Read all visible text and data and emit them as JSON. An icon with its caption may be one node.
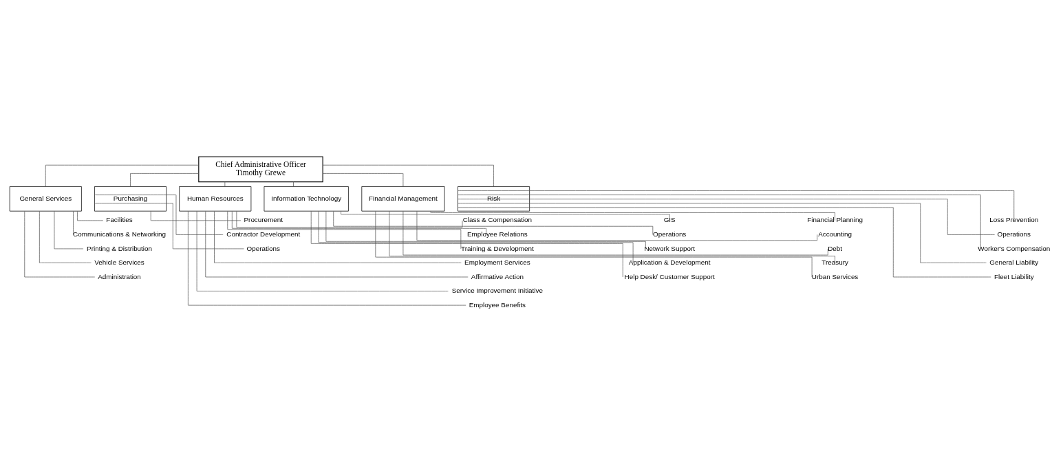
{
  "diagram": {
    "nodes": [
      {
        "text": [
          "Chief Administrative Officer",
          "Timothy Grewe"
        ]
      },
      {
        "text": [
          "General Services"
        ]
      },
      {
        "text": [
          "Purchasing"
        ]
      },
      {
        "text": [
          "Human Resources"
        ]
      },
      {
        "text": [
          "Information Technology"
        ]
      },
      {
        "text": [
          "Financial Management"
        ]
      },
      {
        "text": [
          "Risk"
        ]
      },
      {
        "text": [
          "Facilities"
        ]
      },
      {
        "text": [
          "Communications & Networking"
        ]
      },
      {
        "text": [
          "Printing & Distribution"
        ]
      },
      {
        "text": [
          "Vehicle Services"
        ]
      },
      {
        "text": [
          "Administration"
        ]
      },
      {
        "text": [
          "Procurement"
        ]
      },
      {
        "text": [
          "Contractor Development"
        ]
      },
      {
        "text": [
          "Operations"
        ]
      },
      {
        "text": [
          "Class & Compensation"
        ]
      },
      {
        "text": [
          "Employee Relations"
        ]
      },
      {
        "text": [
          "Training & Development"
        ]
      },
      {
        "text": [
          "Employment Services"
        ]
      },
      {
        "text": [
          "Affirmative Action"
        ]
      },
      {
        "text": [
          "Service Improvement Initiative"
        ]
      },
      {
        "text": [
          "Employee Benefits"
        ]
      },
      {
        "text": [
          "GIS"
        ]
      },
      {
        "text": [
          "Operations"
        ]
      },
      {
        "text": [
          "Network Support"
        ]
      },
      {
        "text": [
          "Application & Development"
        ]
      },
      {
        "text": [
          "Help Desk/ Customer Support"
        ]
      },
      {
        "text": [
          "Financial Planning"
        ]
      },
      {
        "text": [
          "Accounting"
        ]
      },
      {
        "text": [
          "Debt"
        ]
      },
      {
        "text": [
          "Treasury"
        ]
      },
      {
        "text": [
          "Urban Services"
        ]
      },
      {
        "text": [
          "Loss Prevention"
        ]
      },
      {
        "text": [
          "Operations"
        ]
      },
      {
        "text": [
          "Worker's Compensation"
        ]
      },
      {
        "text": [
          "General Liability"
        ]
      },
      {
        "text": [
          "Fleet Liability"
        ]
      }
    ],
    "edges": [
      {
        "from": 0,
        "to": 1,
        "arrow": "none"
      },
      {
        "from": 0,
        "to": 2,
        "arrow": "none"
      },
      {
        "from": 0,
        "to": 3,
        "arrow": "none"
      },
      {
        "from": 0,
        "to": 4,
        "arrow": "none"
      },
      {
        "from": 0,
        "to": 5,
        "arrow": "none"
      },
      {
        "from": 0,
        "to": 6,
        "arrow": "none"
      },
      {
        "from": 1,
        "to": 7,
        "arrow": "none"
      },
      {
        "from": 1,
        "to": 8,
        "arrow": "none"
      },
      {
        "from": 1,
        "to": 9,
        "arrow": "none"
      },
      {
        "from": 1,
        "to": 10,
        "arrow": "none"
      },
      {
        "from": 1,
        "to": 11,
        "arrow": "none"
      },
      {
        "from": 2,
        "to": 12,
        "arrow": "none"
      },
      {
        "from": 2,
        "to": 13,
        "arrow": "none"
      },
      {
        "from": 2,
        "to": 14,
        "arrow": "none"
      },
      {
        "from": 3,
        "to": 15,
        "arrow": "none"
      },
      {
        "from": 3,
        "to": 16,
        "arrow": "none"
      },
      {
        "from": 3,
        "to": 17,
        "arrow": "none"
      },
      {
        "from": 3,
        "to": 18,
        "arrow": "none"
      },
      {
        "from": 3,
        "to": 19,
        "arrow": "none"
      },
      {
        "from": 3,
        "to": 20,
        "arrow": "none"
      },
      {
        "from": 3,
        "to": 21,
        "arrow": "none"
      },
      {
        "from": 4,
        "to": 22,
        "arrow": "none"
      },
      {
        "from": 4,
        "to": 23,
        "arrow": "none"
      },
      {
        "from": 4,
        "to": 24,
        "arrow": "none"
      },
      {
        "from": 4,
        "to": 25,
        "arrow": "none"
      },
      {
        "from": 4,
        "to": 26,
        "arrow": "none"
      },
      {
        "from": 5,
        "to": 27,
        "arrow": "none"
      },
      {
        "from": 5,
        "to": 28,
        "arrow": "none"
      },
      {
        "from": 5,
        "to": 29,
        "arrow": "none"
      },
      {
        "from": 5,
        "to": 30,
        "arrow": "none"
      },
      {
        "from": 5,
        "to": 31,
        "arrow": "none"
      },
      {
        "from": 6,
        "to": 32,
        "arrow": "none"
      },
      {
        "from": 6,
        "to": 33,
        "arrow": "none"
      },
      {
        "from": 6,
        "to": 34,
        "arrow": "none"
      },
      {
        "from": 6,
        "to": 35,
        "arrow": "none"
      },
      {
        "from": 6,
        "to": 36,
        "arrow": "none"
      }
    ]
  }
}
